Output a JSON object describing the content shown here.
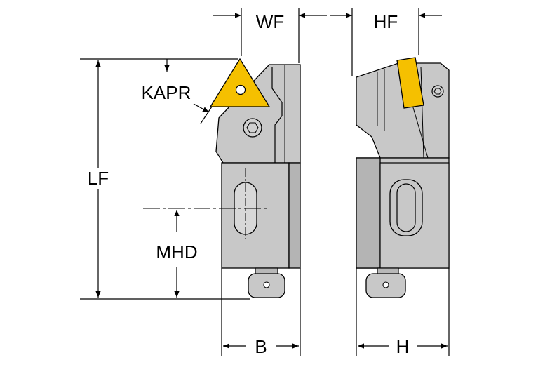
{
  "labels": {
    "wf": "WF",
    "hf": "HF",
    "kapr": "KAPR",
    "lf": "LF",
    "mhd": "MHD",
    "b": "B",
    "h": "H"
  },
  "colors": {
    "body": "#c8c8c8",
    "body_light": "#dcdcdc",
    "body_dark": "#9a9a9a",
    "insert": "#f5c000",
    "line": "#000000"
  }
}
